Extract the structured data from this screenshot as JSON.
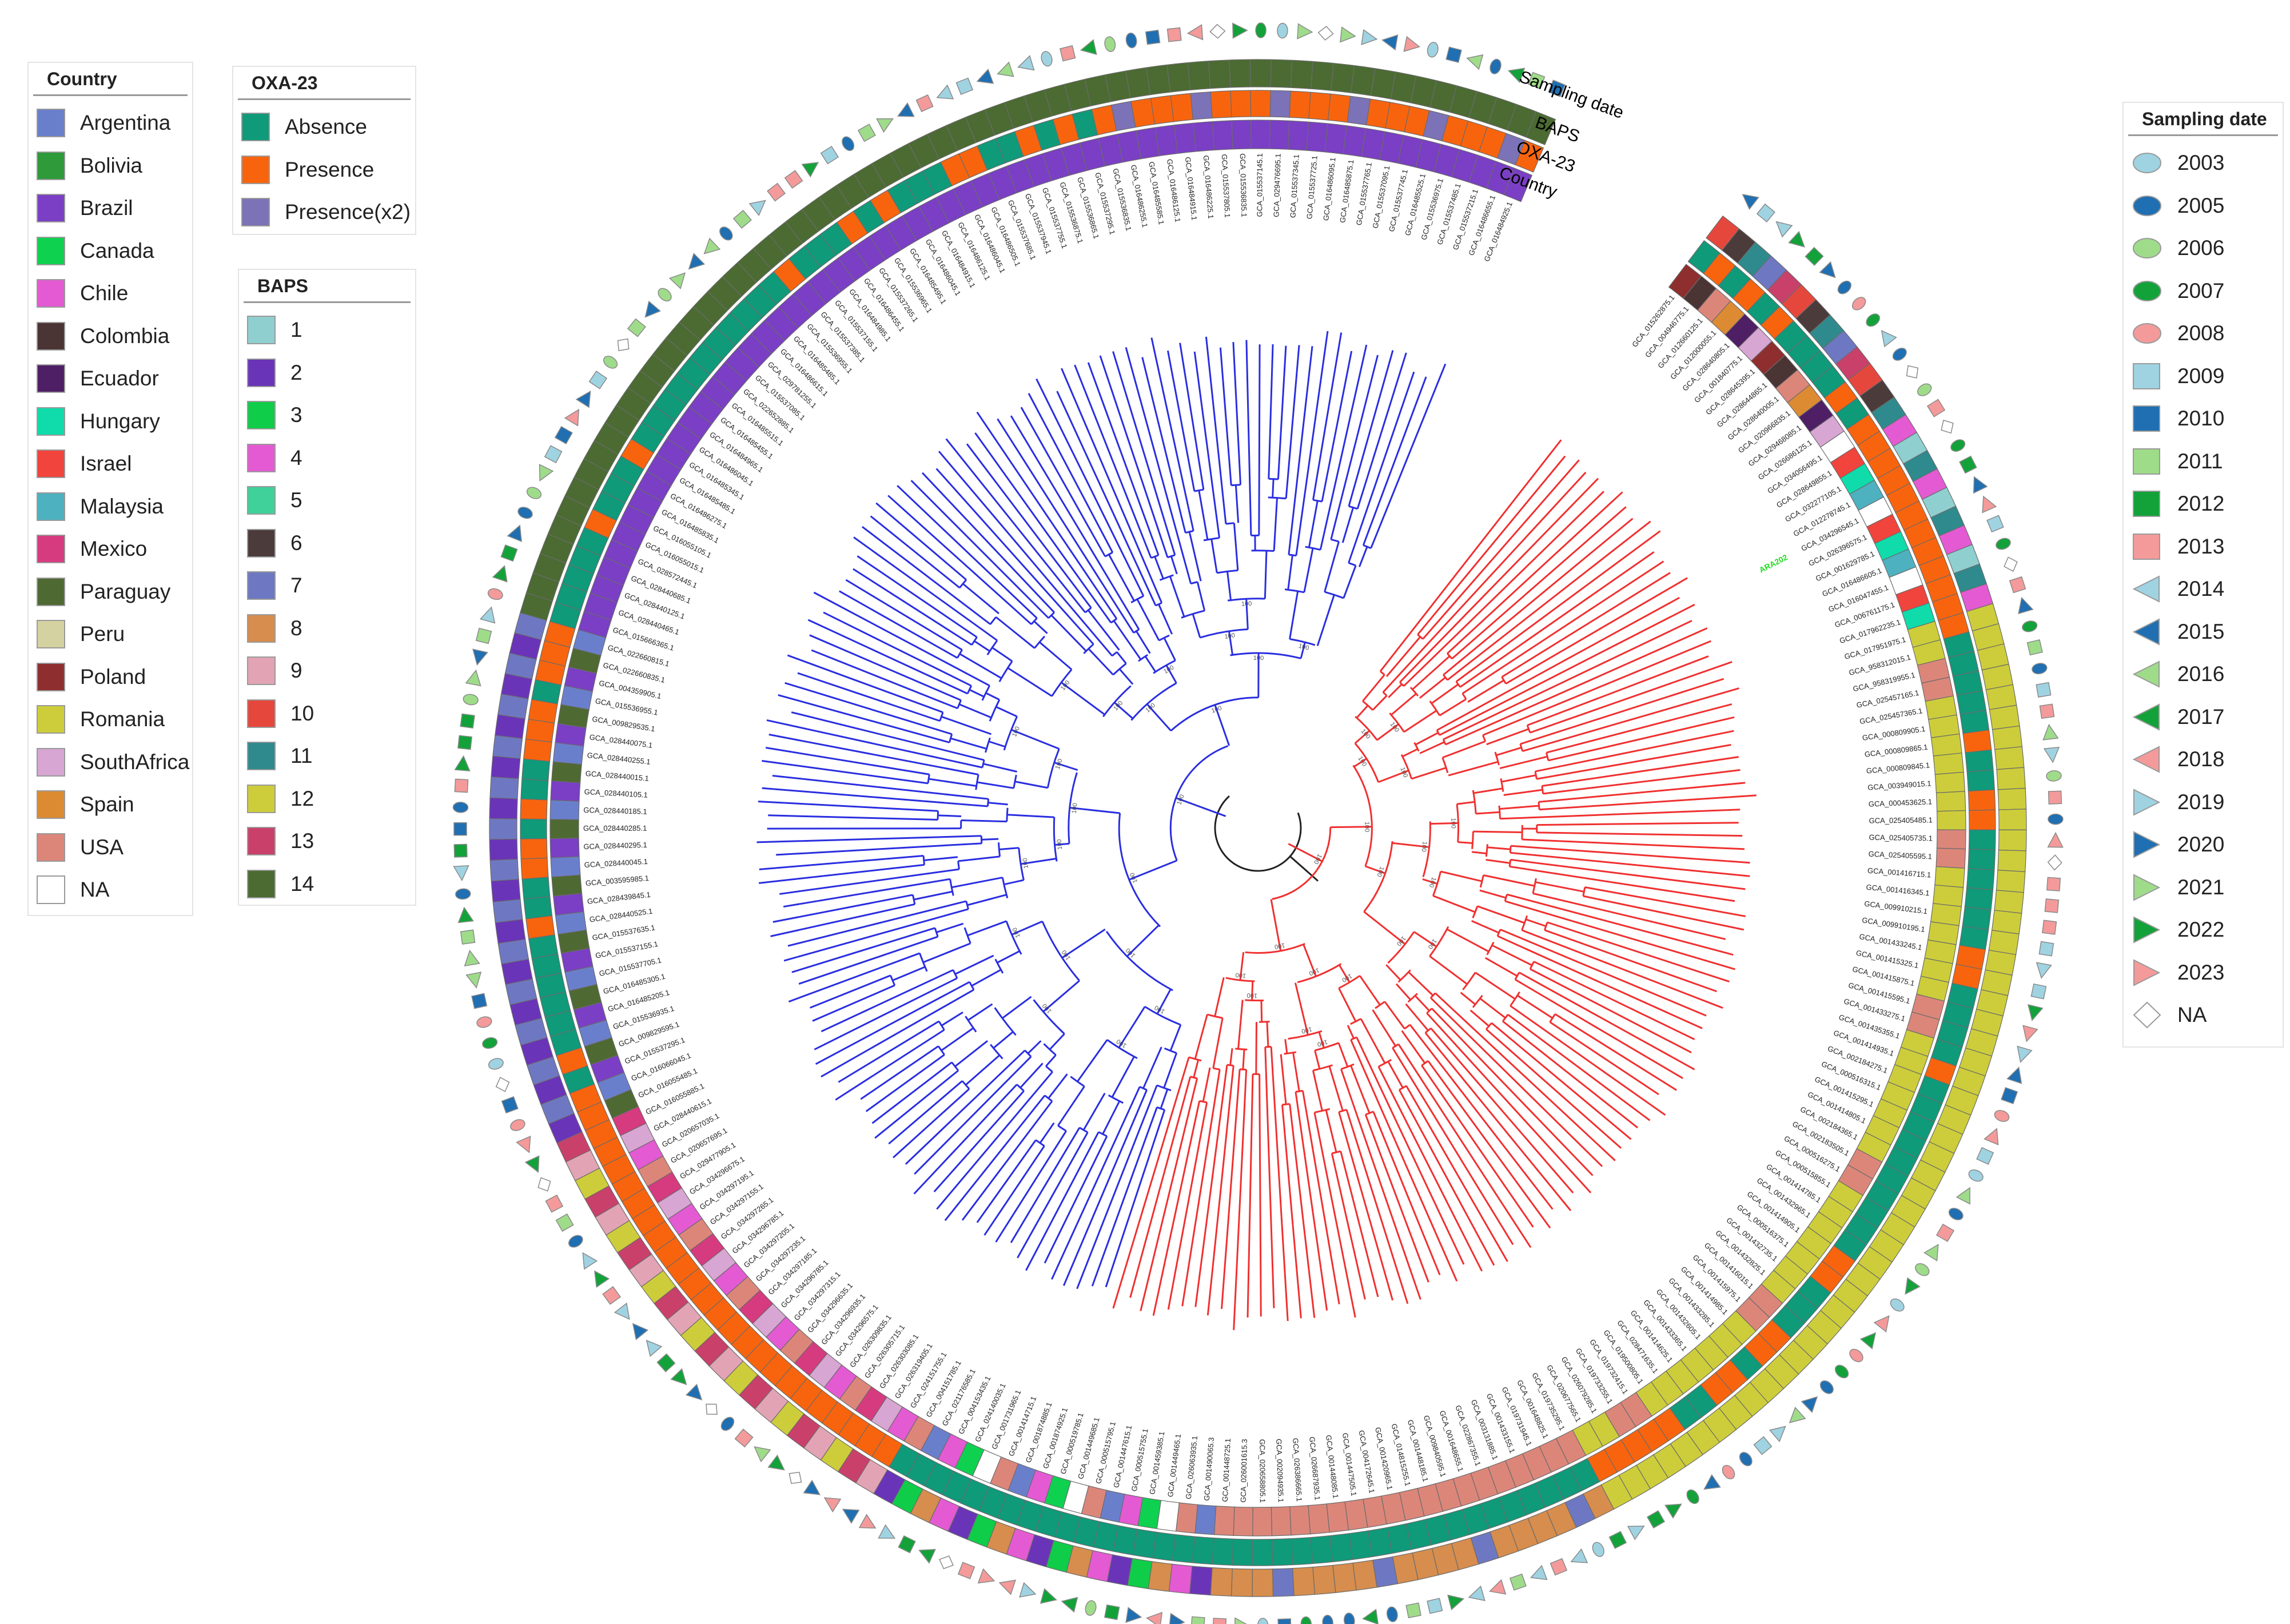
{
  "legends": {
    "country": {
      "title": "Country",
      "items": [
        {
          "label": "Argentina",
          "color": "#6a7fcc"
        },
        {
          "label": "Bolivia",
          "color": "#2e9a3a"
        },
        {
          "label": "Brazil",
          "color": "#7a3fc4"
        },
        {
          "label": "Canada",
          "color": "#0fd150"
        },
        {
          "label": "Chile",
          "color": "#e35ad2"
        },
        {
          "label": "Colombia",
          "color": "#4b3434"
        },
        {
          "label": "Ecuador",
          "color": "#4e1f65"
        },
        {
          "label": "Hungary",
          "color": "#0fdcaa"
        },
        {
          "label": "Israel",
          "color": "#f0443c"
        },
        {
          "label": "Malaysia",
          "color": "#4db1c0"
        },
        {
          "label": "Mexico",
          "color": "#d63a7f"
        },
        {
          "label": "Paraguay",
          "color": "#4f6933"
        },
        {
          "label": "Peru",
          "color": "#d5d2a1"
        },
        {
          "label": "Poland",
          "color": "#8e2e2e"
        },
        {
          "label": "Romania",
          "color": "#cdcd3b"
        },
        {
          "label": "SouthAfrica",
          "color": "#d8a6d3"
        },
        {
          "label": "Spain",
          "color": "#dd8b33"
        },
        {
          "label": "USA",
          "color": "#dc867a"
        },
        {
          "label": "NA",
          "color": "#ffffff"
        }
      ]
    },
    "oxa23": {
      "title": "OXA-23",
      "items": [
        {
          "label": "Absence",
          "color": "#0f9a7a"
        },
        {
          "label": "Presence",
          "color": "#f8640e"
        },
        {
          "label": "Presence(x2)",
          "color": "#7b72b8"
        }
      ]
    },
    "baps": {
      "title": "BAPS",
      "items": [
        {
          "label": "1",
          "color": "#8fcfcf"
        },
        {
          "label": "2",
          "color": "#6a34b8"
        },
        {
          "label": "3",
          "color": "#0fcd48"
        },
        {
          "label": "4",
          "color": "#e35ad2"
        },
        {
          "label": "5",
          "color": "#3fd199"
        },
        {
          "label": "6",
          "color": "#4b3b3b"
        },
        {
          "label": "7",
          "color": "#6e78c2"
        },
        {
          "label": "8",
          "color": "#d68d4d"
        },
        {
          "label": "9",
          "color": "#e2a4b4"
        },
        {
          "label": "10",
          "color": "#e6473c"
        },
        {
          "label": "11",
          "color": "#2f8a8d"
        },
        {
          "label": "12",
          "color": "#cdcd3b"
        },
        {
          "label": "13",
          "color": "#c9406b"
        },
        {
          "label": "14",
          "color": "#4b6b32"
        }
      ]
    },
    "sampling": {
      "title": "Sampling date",
      "items": [
        {
          "label": "2003",
          "shape": "ellipse",
          "color": "#9fd3e2"
        },
        {
          "label": "2005",
          "shape": "ellipse",
          "color": "#1f6fb2"
        },
        {
          "label": "2006",
          "shape": "ellipse",
          "color": "#9fdc8a"
        },
        {
          "label": "2007",
          "shape": "ellipse",
          "color": "#13a23a"
        },
        {
          "label": "2008",
          "shape": "ellipse",
          "color": "#f49a9a"
        },
        {
          "label": "2009",
          "shape": "square",
          "color": "#9fd3e2"
        },
        {
          "label": "2010",
          "shape": "square",
          "color": "#1f6fb2"
        },
        {
          "label": "2011",
          "shape": "square",
          "color": "#9fdc8a"
        },
        {
          "label": "2012",
          "shape": "square",
          "color": "#13a23a"
        },
        {
          "label": "2013",
          "shape": "square",
          "color": "#f49a9a"
        },
        {
          "label": "2014",
          "shape": "tri-left",
          "color": "#9fd3e2"
        },
        {
          "label": "2015",
          "shape": "tri-left",
          "color": "#1f6fb2"
        },
        {
          "label": "2016",
          "shape": "tri-left",
          "color": "#9fdc8a"
        },
        {
          "label": "2017",
          "shape": "tri-left",
          "color": "#13a23a"
        },
        {
          "label": "2018",
          "shape": "tri-left",
          "color": "#f49a9a"
        },
        {
          "label": "2019",
          "shape": "tri-right",
          "color": "#9fd3e2"
        },
        {
          "label": "2020",
          "shape": "tri-right",
          "color": "#1f6fb2"
        },
        {
          "label": "2021",
          "shape": "tri-right",
          "color": "#9fdc8a"
        },
        {
          "label": "2022",
          "shape": "tri-right",
          "color": "#13a23a"
        },
        {
          "label": "2023",
          "shape": "tri-right",
          "color": "#f49a9a"
        },
        {
          "label": "NA",
          "shape": "diamond",
          "color": "#ffffff"
        }
      ]
    }
  },
  "ring_labels": {
    "sampling": "Sampling date",
    "baps": "BAPS",
    "oxa23": "OXA-23",
    "country": "Country"
  },
  "tree": {
    "clade_colors": {
      "blue": "#2a2ee0",
      "red": "#f03030",
      "highlight": "#22dd22"
    },
    "highlight_label": "ARA202",
    "tip_labels": [
      "GCA_015262875.1",
      "GCA_004946775.1",
      "GCA_012660125.1",
      "GCA_012000055.1",
      "GCA_028640805.1",
      "GCA_001840775.1",
      "GCA_028645395.1",
      "GCA_028644865.1",
      "GCA_028640005.1",
      "GCA_020966835.1",
      "GCA_029468085.1",
      "GCA_026686125.1",
      "GCA_034056495.1",
      "GCA_028649855.1",
      "GCA_032277105.1",
      "GCA_012278745.1",
      "GCA_034296545.1",
      "GCA_026396575.1",
      "GCA_001629785.1",
      "GCA_016486605.1",
      "GCA_016047455.1",
      "GCA_006761175.1",
      "GCA_017962235.1",
      "GCA_017951975.1",
      "GCA_958312015.1",
      "GCA_958319955.1",
      "GCA_025457165.1",
      "GCA_025457365.1",
      "GCA_000809905.1",
      "GCA_000809865.1",
      "GCA_000809845.1",
      "GCA_003949015.1",
      "GCA_000453625.1",
      "GCA_025405485.1",
      "GCA_025405735.1",
      "GCA_025405595.1",
      "GCA_001416715.1",
      "GCA_001416345.1",
      "GCA_009910215.1",
      "GCA_009910195.1",
      "GCA_001433245.1",
      "GCA_001415325.1",
      "GCA_001415875.1",
      "GCA_001415595.1",
      "GCA_001433275.1",
      "GCA_001435355.1",
      "GCA_001414935.1",
      "GCA_002184275.1",
      "GCA_000516315.1",
      "GCA_001415295.1",
      "GCA_001414805.1",
      "GCA_002184365.1",
      "GCA_002183505.1",
      "GCA_000516275.1",
      "GCA_000515855.1",
      "GCA_001414785.1",
      "GCA_001432965.1",
      "GCA_001414905.1",
      "GCA_000516375.1",
      "GCA_001432735.1",
      "GCA_001432825.1",
      "GCA_001416015.1",
      "GCA_001415975.1",
      "GCA_001414985.1",
      "GCA_001433285.1",
      "GCA_001432605.1",
      "GCA_001433365.1",
      "GCA_001414625.1",
      "GCA_028471635.1",
      "GCA_019500805.1",
      "GCA_019732415.1",
      "GCA_019733255.1",
      "GCA_026079285.1",
      "GCA_020677565.1",
      "GCA_019735295.1",
      "GCA_001648825.1",
      "GCA_019731945.1",
      "GCA_001433155.1",
      "GCA_003131885.1",
      "GCA_022867355.1",
      "GCA_001648655.1",
      "GCA_009840595.1",
      "GCA_001448185.1",
      "GCA_014815255.1",
      "GCA_001420965.1",
      "GCA_004172645.1",
      "GCA_001447505.1",
      "GCA_001448085.1",
      "GCA_026687935.1",
      "GCA_026386665.1",
      "GCA_002094935.1",
      "GCA_020658805.1",
      "GCA_026001615.3",
      "GCA_001448725.1",
      "GCA_001490065.3",
      "GCA_026063935.1",
      "GCA_001449465.1",
      "GCA_001459385.1",
      "GCA_000515755.1",
      "GCA_001447615.1",
      "GCA_000515795.1",
      "GCA_001449685.1",
      "GCA_000519785.1",
      "GCA_001874925.1",
      "GCA_001874885.1",
      "GCA_001414715.1",
      "GCA_001731965.1",
      "GCA_024140035.1",
      "GCA_004153435.1",
      "GCA_021176585.1",
      "GCA_004151785.1",
      "GCA_024151755.1",
      "GCA_026319405.1",
      "GCA_026303085.1",
      "GCA_026305715.1",
      "GCA_026309835.1",
      "GCA_034296575.1",
      "GCA_034296935.1",
      "GCA_034296635.1",
      "GCA_034297315.1",
      "GCA_034296785.1",
      "GCA_034297185.1",
      "GCA_034297235.1",
      "GCA_034297205.1",
      "GCA_034296785.1",
      "GCA_034297265.1",
      "GCA_034297155.1",
      "GCA_034297195.1",
      "GCA_034296675.1",
      "GCA_029477905.1",
      "GCA_020657695.1",
      "GCA_020657035.1",
      "GCA_028440615.1",
      "GCA_016055885.1",
      "GCA_016055485.1",
      "GCA_016066045.1",
      "GCA_015537295.1",
      "GCA_009829595.1",
      "GCA_015536935.1",
      "GCA_016485205.1",
      "GCA_016485305.1",
      "GCA_015537705.1",
      "GCA_015537155.1",
      "GCA_015537635.1",
      "GCA_028440525.1",
      "GCA_028439845.1",
      "GCA_003595985.1",
      "GCA_028440045.1",
      "GCA_028440295.1",
      "GCA_028440285.1",
      "GCA_028440185.1",
      "GCA_028440105.1",
      "GCA_028440015.1",
      "GCA_028440255.1",
      "GCA_028440075.1",
      "GCA_009829535.1",
      "GCA_015536955.1",
      "GCA_004359905.1",
      "GCA_022660835.1",
      "GCA_022660815.1",
      "GCA_015666365.1",
      "GCA_028440465.1",
      "GCA_028440125.1",
      "GCA_028440685.1",
      "GCA_028572445.1",
      "GCA_016055015.1",
      "GCA_016055105.1",
      "GCA_016485835.1",
      "GCA_016486275.1",
      "GCA_016485485.1",
      "GCA_016485345.1",
      "GCA_016486045.1",
      "GCA_016484965.1",
      "GCA_016485455.1",
      "GCA_016485515.1",
      "GCA_022652885.1",
      "GCA_015537085.1",
      "GCA_029781255.1",
      "GCA_016486615.1",
      "GCA_016485485.1",
      "GCA_015536955.1",
      "GCA_015537385.1",
      "GCA_015537155.1",
      "GCA_016484985.1",
      "GCA_016486455.1",
      "GCA_015537265.1",
      "GCA_015536965.1",
      "GCA_016485495.1",
      "GCA_016486045.1",
      "GCA_016484915.1",
      "GCA_016486125.1",
      "GCA_016486045.1",
      "GCA_016486505.1",
      "GCA_015537685.1",
      "GCA_015537945.1",
      "GCA_015537755.1",
      "GCA_015536875.1",
      "GCA_015536865.1",
      "GCA_015537295.1",
      "GCA_015536835.1",
      "GCA_016486255.1",
      "GCA_016485585.1",
      "GCA_016486125.1",
      "GCA_016484915.1",
      "GCA_016486225.1",
      "GCA_015537805.1",
      "GCA_015536835.1",
      "GCA_015537145.1",
      "GCA_029476695.1",
      "GCA_015537345.1",
      "GCA_015537725.1",
      "GCA_016486095.1",
      "GCA_016485875.1",
      "GCA_015537765.1",
      "GCA_015537095.1",
      "GCA_015537745.1",
      "GCA_016485525.1",
      "GCA_015536975.1",
      "GCA_015537485.1",
      "GCA_015537215.1",
      "GCA_016486655.1",
      "GCA_016484925.1"
    ]
  }
}
